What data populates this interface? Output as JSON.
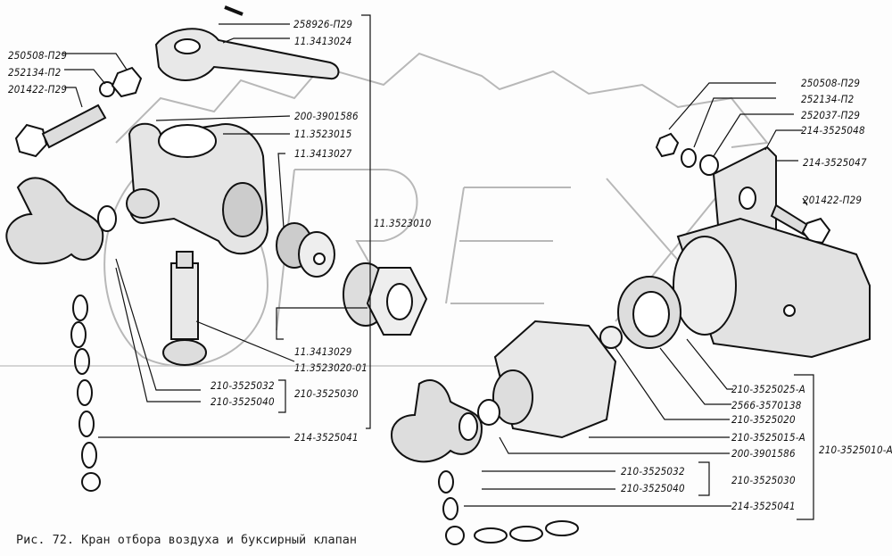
{
  "caption": "Рис. 72. Кран отбора воздуха и буксирный клапан",
  "watermark": "OREX",
  "left_assembly": {
    "labels": [
      {
        "id": "l1",
        "text": "250508-П29"
      },
      {
        "id": "l2",
        "text": "252134-П2"
      },
      {
        "id": "l3",
        "text": "201422-П29"
      },
      {
        "id": "l4",
        "text": "258926-П29"
      },
      {
        "id": "l5",
        "text": "11.3413024"
      },
      {
        "id": "l6",
        "text": "200-3901586"
      },
      {
        "id": "l7",
        "text": "11.3523015"
      },
      {
        "id": "l8",
        "text": "11.3413027"
      },
      {
        "id": "l9",
        "text": "11.3523010"
      },
      {
        "id": "l10",
        "text": "11.3413029"
      },
      {
        "id": "l11",
        "text": "11.3523020-01"
      },
      {
        "id": "l12",
        "text": "210-3525032"
      },
      {
        "id": "l13",
        "text": "210-3525040"
      },
      {
        "id": "l14",
        "text": "210-3525030"
      },
      {
        "id": "l15",
        "text": "214-3525041"
      }
    ]
  },
  "right_assembly": {
    "labels": [
      {
        "id": "r1",
        "text": "250508-П29"
      },
      {
        "id": "r2",
        "text": "252134-П2"
      },
      {
        "id": "r3",
        "text": "252037-П29"
      },
      {
        "id": "r4",
        "text": "214-3525048"
      },
      {
        "id": "r5",
        "text": "214-3525047"
      },
      {
        "id": "r6",
        "text": "201422-П29"
      },
      {
        "id": "r7",
        "text": "210-3525025-А"
      },
      {
        "id": "r8",
        "text": "2566-3570138"
      },
      {
        "id": "r9",
        "text": "210-3525020"
      },
      {
        "id": "r10",
        "text": "210-3525015-А"
      },
      {
        "id": "r11",
        "text": "200-3901586"
      },
      {
        "id": "r12",
        "text": "210-3525010-А"
      },
      {
        "id": "r13",
        "text": "210-3525032"
      },
      {
        "id": "r14",
        "text": "210-3525040"
      },
      {
        "id": "r15",
        "text": "210-3525030"
      },
      {
        "id": "r16",
        "text": "214-3525041"
      }
    ]
  }
}
